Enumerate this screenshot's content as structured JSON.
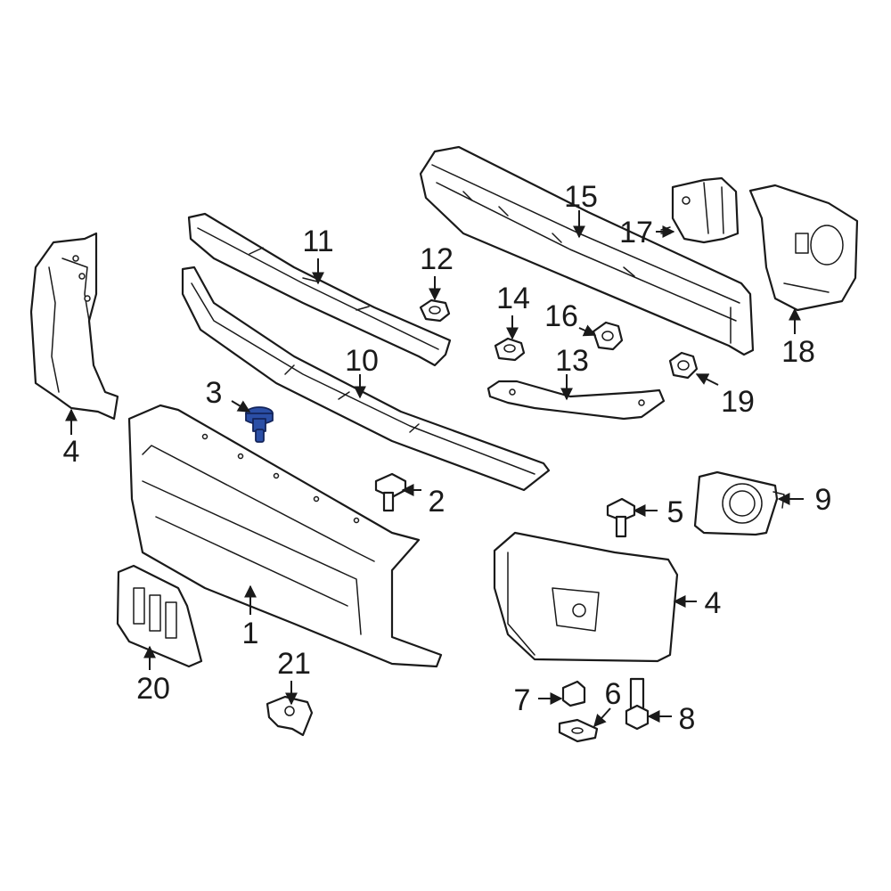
{
  "diagram": {
    "callouts": [
      {
        "id": "c1",
        "label": "1"
      },
      {
        "id": "c2",
        "label": "2"
      },
      {
        "id": "c3",
        "label": "3"
      },
      {
        "id": "c4a",
        "label": "4"
      },
      {
        "id": "c4b",
        "label": "4"
      },
      {
        "id": "c5",
        "label": "5"
      },
      {
        "id": "c6",
        "label": "6"
      },
      {
        "id": "c7",
        "label": "7"
      },
      {
        "id": "c8",
        "label": "8"
      },
      {
        "id": "c9",
        "label": "9"
      },
      {
        "id": "c10",
        "label": "10"
      },
      {
        "id": "c11",
        "label": "11"
      },
      {
        "id": "c12",
        "label": "12"
      },
      {
        "id": "c13",
        "label": "13"
      },
      {
        "id": "c14",
        "label": "14"
      },
      {
        "id": "c15",
        "label": "15"
      },
      {
        "id": "c16",
        "label": "16"
      },
      {
        "id": "c17",
        "label": "17"
      },
      {
        "id": "c18",
        "label": "18"
      },
      {
        "id": "c19",
        "label": "19"
      },
      {
        "id": "c20",
        "label": "20"
      },
      {
        "id": "c21",
        "label": "21"
      }
    ],
    "highlight_color": "#2b4fa6",
    "line_color": "#1a1a1a"
  }
}
